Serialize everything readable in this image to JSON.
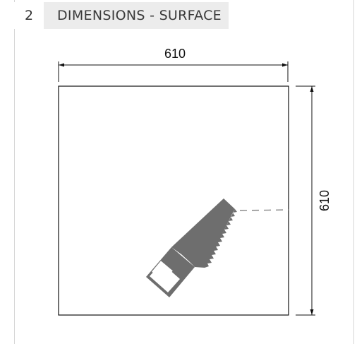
{
  "step": {
    "number": "2",
    "title": "DIMENSIONS - SURFACE"
  },
  "diagram": {
    "width_label": "610",
    "height_label": "610",
    "cut_icon": "saw-icon",
    "colors": {
      "line": "#111111",
      "saw": "#6e6e6e",
      "cut_line": "#888888",
      "header_bg": "#ececec"
    }
  }
}
